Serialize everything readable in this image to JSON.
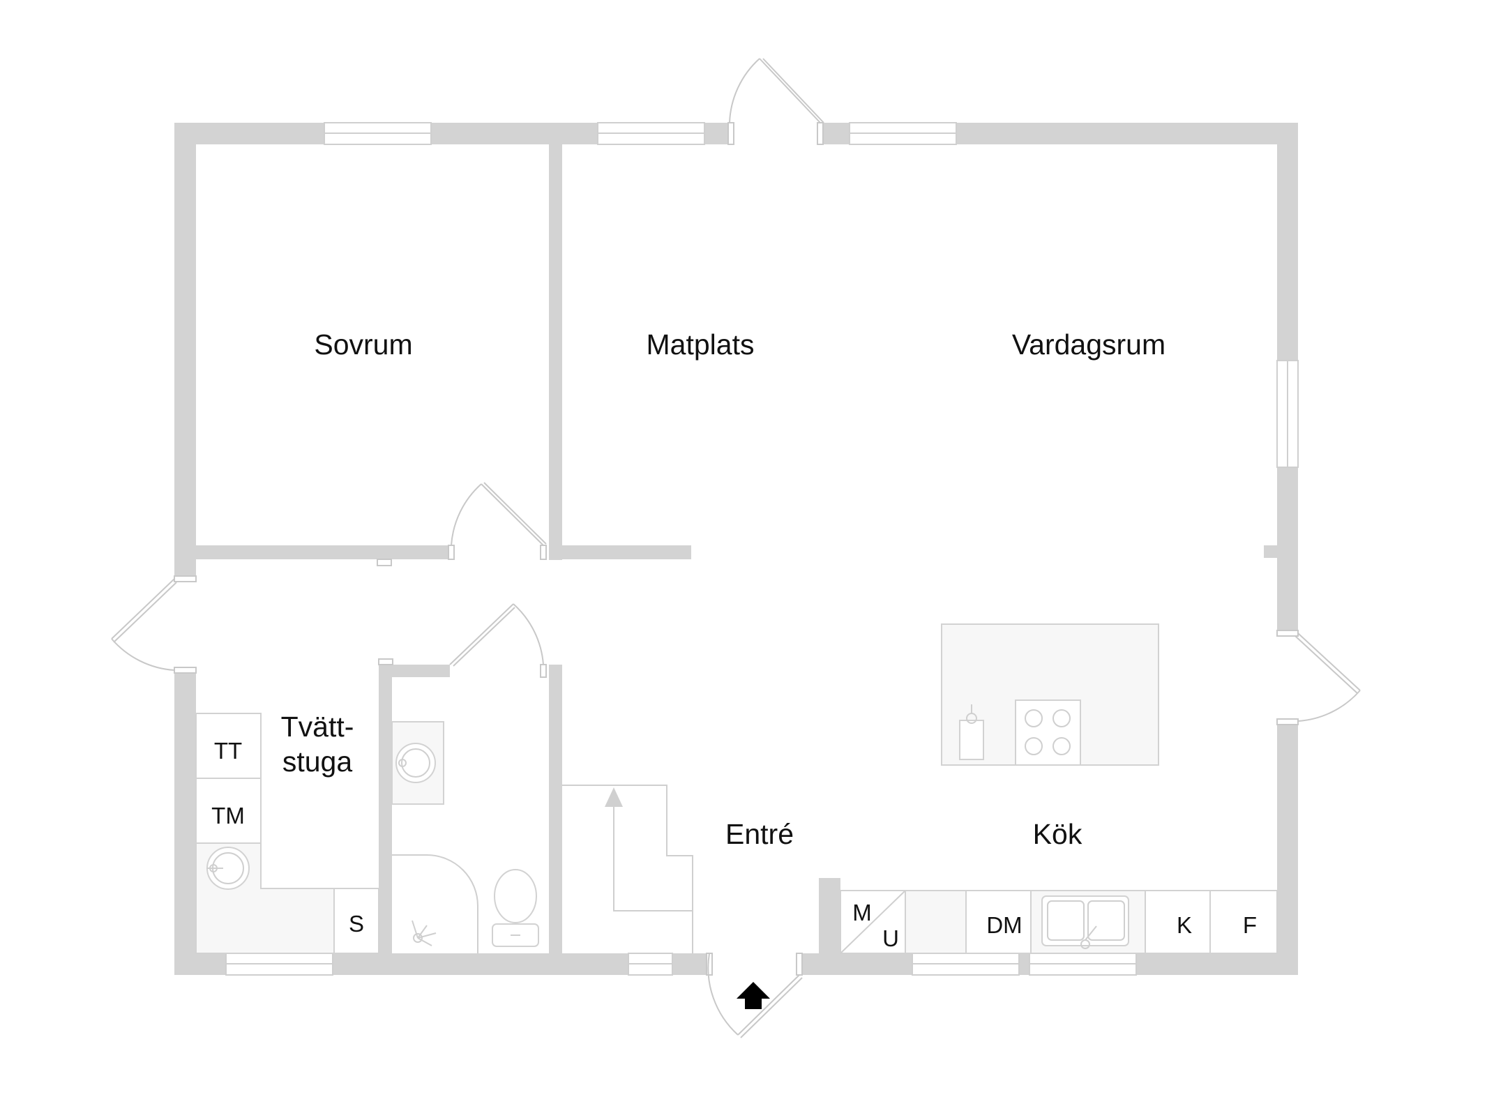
{
  "rooms": {
    "sovrum": "Sovrum",
    "matplats": "Matplats",
    "vardagsrum": "Vardagsrum",
    "tvattstuga_line1": "Tvätt-",
    "tvattstuga_line2": "stuga",
    "entre": "Entré",
    "kok": "Kök"
  },
  "appliances": {
    "tt": "TT",
    "tm": "TM",
    "s": "S",
    "m": "M",
    "u": "U",
    "dm": "DM",
    "k": "K",
    "f": "F"
  },
  "colors": {
    "wall": "#d3d3d3",
    "background": "#ffffff",
    "fixture": "#f7f7f7",
    "text": "#111111",
    "entrance_arrow": "#000000"
  }
}
